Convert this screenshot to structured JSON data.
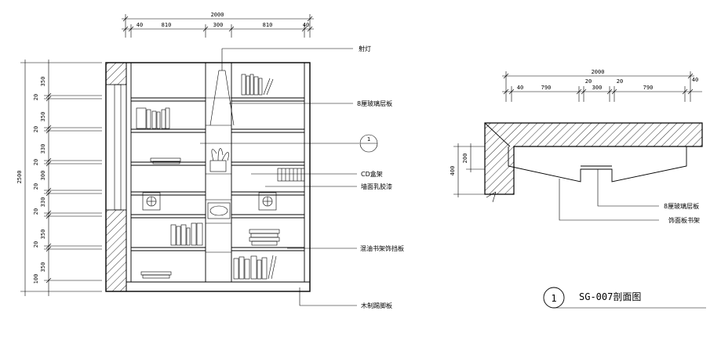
{
  "elevation": {
    "top_dims": [
      "2000",
      "40",
      "810",
      "300",
      "810",
      "40"
    ],
    "left_dims": [
      "2500",
      "350",
      "20",
      "350",
      "20",
      "330",
      "20",
      "300",
      "20",
      "330",
      "20",
      "350",
      "20",
      "350",
      "100"
    ],
    "callouts": [
      "射灯",
      "8厘玻璃层板",
      "CD盒架",
      "墙面乳胶漆",
      "混油书架饰挡板",
      "木制踢脚板"
    ],
    "section_marker": "1"
  },
  "section": {
    "top_dims": [
      "2000",
      "40",
      "790",
      "20",
      "300",
      "20",
      "790",
      "40"
    ],
    "left_dims": [
      "400",
      "200"
    ],
    "callouts": [
      "8厘玻璃层板",
      "饰面板书架"
    ]
  },
  "title": {
    "number": "1",
    "text": "SG-007剖面图"
  }
}
